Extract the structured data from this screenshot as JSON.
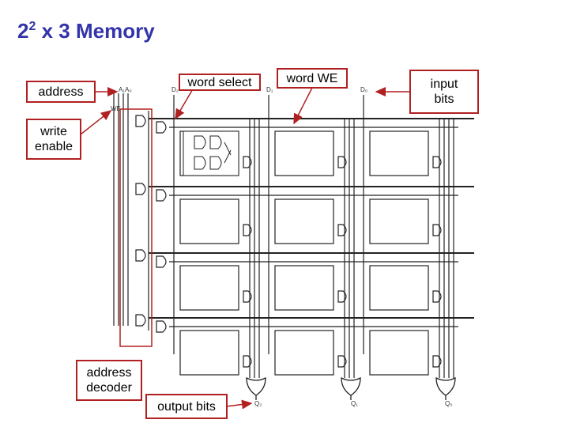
{
  "slide": {
    "title_main": "2",
    "title_sup": "2",
    "title_rest": " x 3 Memory"
  },
  "callouts": {
    "address": "address",
    "write_enable": "write enable",
    "word_select": "word select",
    "word_we": "word WE",
    "input_bits": "input bits",
    "address_decoder": "address decoder",
    "output_bits": "output bits"
  },
  "circuit_labels": {
    "address_lines": "A₁A₀",
    "we_line": "WE",
    "d2": "D₂",
    "d1": "D₁",
    "d0": "D₀",
    "q2": "Q₂",
    "q1": "Q₁",
    "q0": "Q₀"
  },
  "colors": {
    "title": "#3333aa",
    "callout_border": "#b02020",
    "wire": "#222222"
  }
}
